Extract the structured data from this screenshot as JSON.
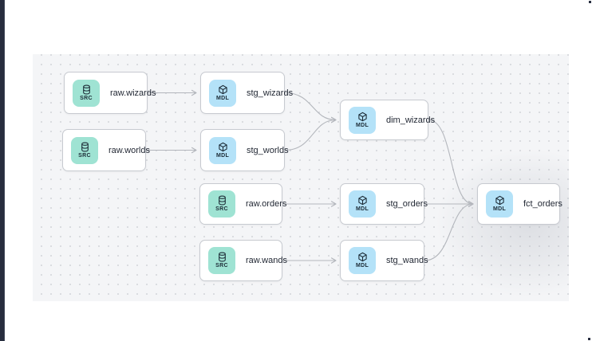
{
  "app": {
    "left_bar_color": "#272d3e",
    "canvas_background": "#f4f5f7",
    "dot_color": "#d8dade",
    "edge_color": "#b3b6bc"
  },
  "badges": {
    "src": {
      "label": "SRC",
      "bg": "#9fe3d3",
      "fg": "#1c2b36",
      "icon": "database"
    },
    "mdl": {
      "label": "MDL",
      "bg": "#b4e2f8",
      "fg": "#1c2b36",
      "icon": "cube"
    }
  },
  "nodes": [
    {
      "label": "raw.wizards",
      "badge": "SRC",
      "type": "source"
    },
    {
      "label": "stg_wizards",
      "badge": "MDL",
      "type": "model"
    },
    {
      "label": "raw.worlds",
      "badge": "SRC",
      "type": "source"
    },
    {
      "label": "stg_worlds",
      "badge": "MDL",
      "type": "model"
    },
    {
      "label": "dim_wizards",
      "badge": "MDL",
      "type": "model"
    },
    {
      "label": "raw.orders",
      "badge": "SRC",
      "type": "source"
    },
    {
      "label": "stg_orders",
      "badge": "MDL",
      "type": "model"
    },
    {
      "label": "raw.wands",
      "badge": "SRC",
      "type": "source"
    },
    {
      "label": "stg_wands",
      "badge": "MDL",
      "type": "model"
    },
    {
      "label": "fct_orders",
      "badge": "MDL",
      "type": "model"
    }
  ],
  "edges": [
    {
      "from": "raw.wizards",
      "to": "stg_wizards"
    },
    {
      "from": "raw.worlds",
      "to": "stg_worlds"
    },
    {
      "from": "raw.orders",
      "to": "stg_orders"
    },
    {
      "from": "raw.wands",
      "to": "stg_wands"
    },
    {
      "from": "stg_wizards",
      "to": "dim_wizards"
    },
    {
      "from": "stg_worlds",
      "to": "dim_wizards"
    },
    {
      "from": "dim_wizards",
      "to": "fct_orders"
    },
    {
      "from": "stg_orders",
      "to": "fct_orders"
    },
    {
      "from": "stg_wands",
      "to": "fct_orders"
    }
  ]
}
